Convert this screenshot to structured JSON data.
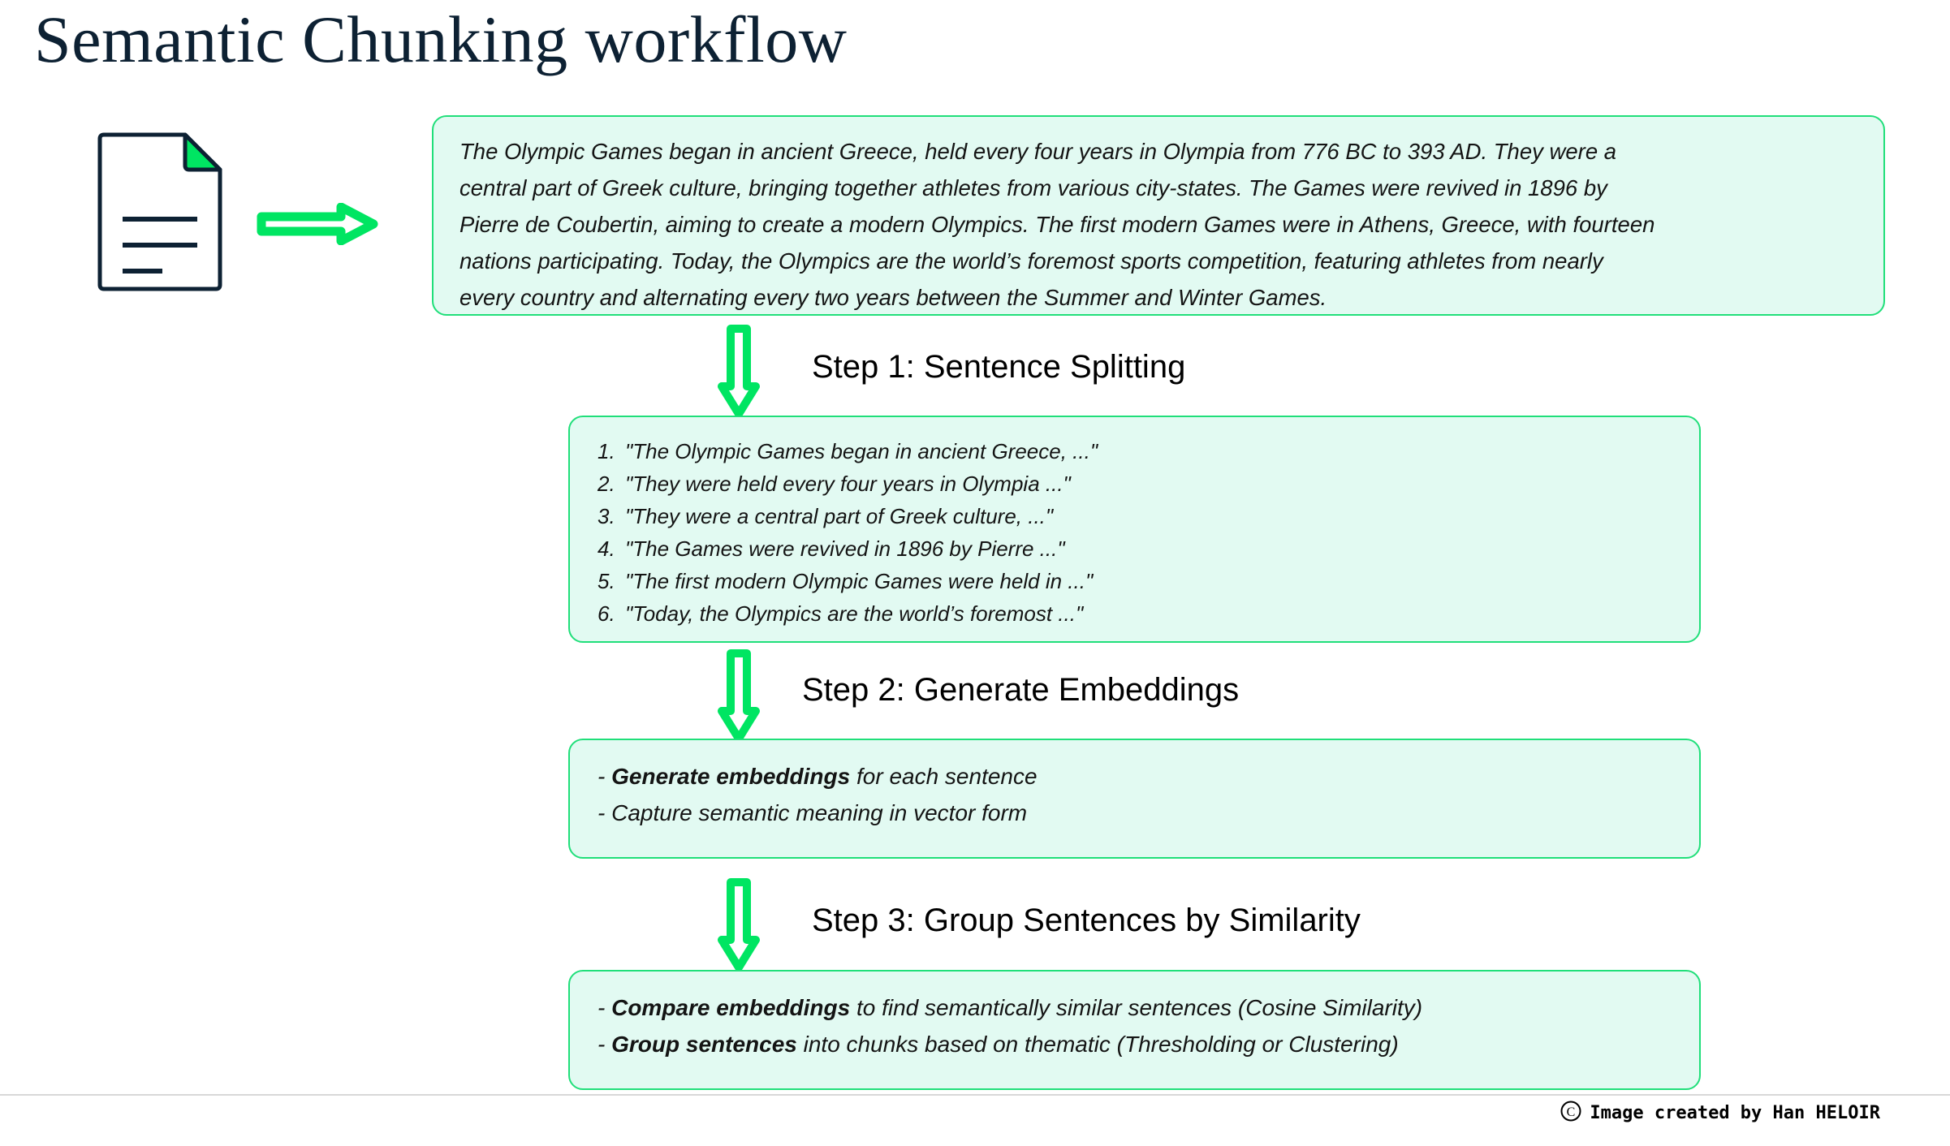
{
  "title": "Semantic Chunking workflow",
  "colors": {
    "accent_green": "#00e562",
    "box_fill": "#e2faf2",
    "box_border": "#20df7a",
    "title_navy": "#0d2133",
    "text_black": "#141414"
  },
  "icons": {
    "document": "document-icon",
    "arrow_right": "arrow-right-icon",
    "arrow_down": "arrow-down-icon",
    "copyright": "copyright-icon"
  },
  "source": {
    "paragraph": "The Olympic Games began in ancient Greece, held every four years in Olympia from 776 BC to 393 AD. They were a central part of Greek culture, bringing together athletes from various city-states. The Games were revived in 1896 by Pierre de Coubertin, aiming to create a modern Olympics. The first modern Games were in Athens, Greece, with fourteen nations participating. Today, the Olympics are the world’s foremost sports competition, featuring athletes from nearly every country and alternating every two years between the Summer and Winter Games.",
    "lines": [
      "The Olympic Games began in ancient Greece, held every four years in Olympia from 776 BC to 393 AD. They were a",
      "central part of Greek culture, bringing together athletes from various city-states. The Games were revived in 1896 by",
      "Pierre de Coubertin, aiming to create a modern Olympics. The first modern Games were in Athens, Greece, with fourteen",
      "nations participating. Today, the Olympics are the world’s foremost sports competition, featuring athletes from nearly",
      "every country and alternating every two years between the Summer and Winter Games."
    ]
  },
  "steps": [
    {
      "heading": "Step 1: Sentence Splitting",
      "items": [
        {
          "num": "1.",
          "text": "\"The Olympic Games began in ancient Greece, ...\""
        },
        {
          "num": "2.",
          "text": "\"They were held every four years in Olympia ...\""
        },
        {
          "num": "3.",
          "text": "\"They were a central part of Greek culture, ...\""
        },
        {
          "num": "4.",
          "text": "\"The Games were revived in 1896 by Pierre ...\""
        },
        {
          "num": "5.",
          "text": "\"The first modern Olympic Games were held in ...\""
        },
        {
          "num": "6.",
          "text": "\"Today, the Olympics are the world’s foremost ...\""
        }
      ]
    },
    {
      "heading": "Step 2: Generate Embeddings",
      "bullets": [
        {
          "dash": "-",
          "bold": "Generate embeddings",
          "rest": " for each sentence"
        },
        {
          "dash": "-",
          "bold": "",
          "rest": "Capture semantic meaning in vector form"
        }
      ]
    },
    {
      "heading": "Step 3: Group Sentences by Similarity",
      "bullets": [
        {
          "dash": "-",
          "bold": "Compare embeddings",
          "rest": " to find semantically similar sentences (Cosine Similarity)"
        },
        {
          "dash": "-",
          "bold": "Group sentences",
          "rest": " into chunks based on thematic (Thresholding or Clustering)"
        }
      ]
    }
  ],
  "footer": {
    "credit": "Image created by Han HELOIR",
    "copyright_symbol": "C"
  }
}
